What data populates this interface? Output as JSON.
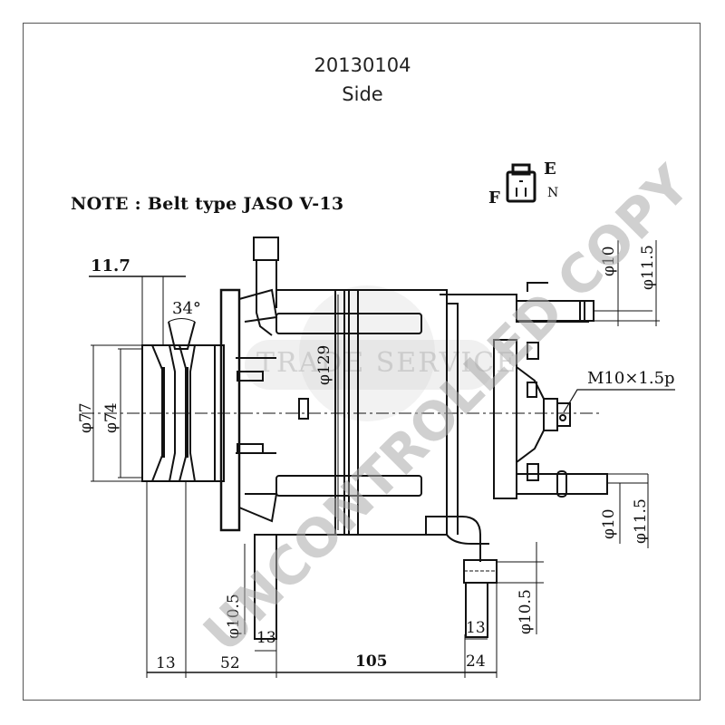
{
  "drawing": {
    "part_number": "20130104",
    "view": "Side",
    "note": "NOTE : Belt type JASO V-13",
    "connector": {
      "label_left": "F",
      "label_top_right": "E",
      "label_bottom_right": "N"
    },
    "dimensions": {
      "groove_pitch": "11.7",
      "groove_angle": "34°",
      "pulley_outer_dia": "φ77",
      "pulley_inner_dia": "φ74",
      "housing_dia": "φ129",
      "thread": "M10×1.5p",
      "upper_mount_inner_dia": "φ10",
      "upper_mount_outer_dia": "φ11.5",
      "lower_mount_inner_dia": "φ10",
      "lower_mount_outer_dia": "φ11.5",
      "left_foot_bore_dia": "φ10.5",
      "right_foot_bore_dia": "φ10.5",
      "left_foot_width": "13",
      "right_foot_width": "13",
      "pulley_offset": "13",
      "pulley_to_left_foot": "52",
      "foot_spacing": "105",
      "right_foot_overall": "24"
    },
    "watermark": {
      "main": "UNCONTROLLED COPY",
      "logo": "TRADE SERVICE"
    }
  }
}
